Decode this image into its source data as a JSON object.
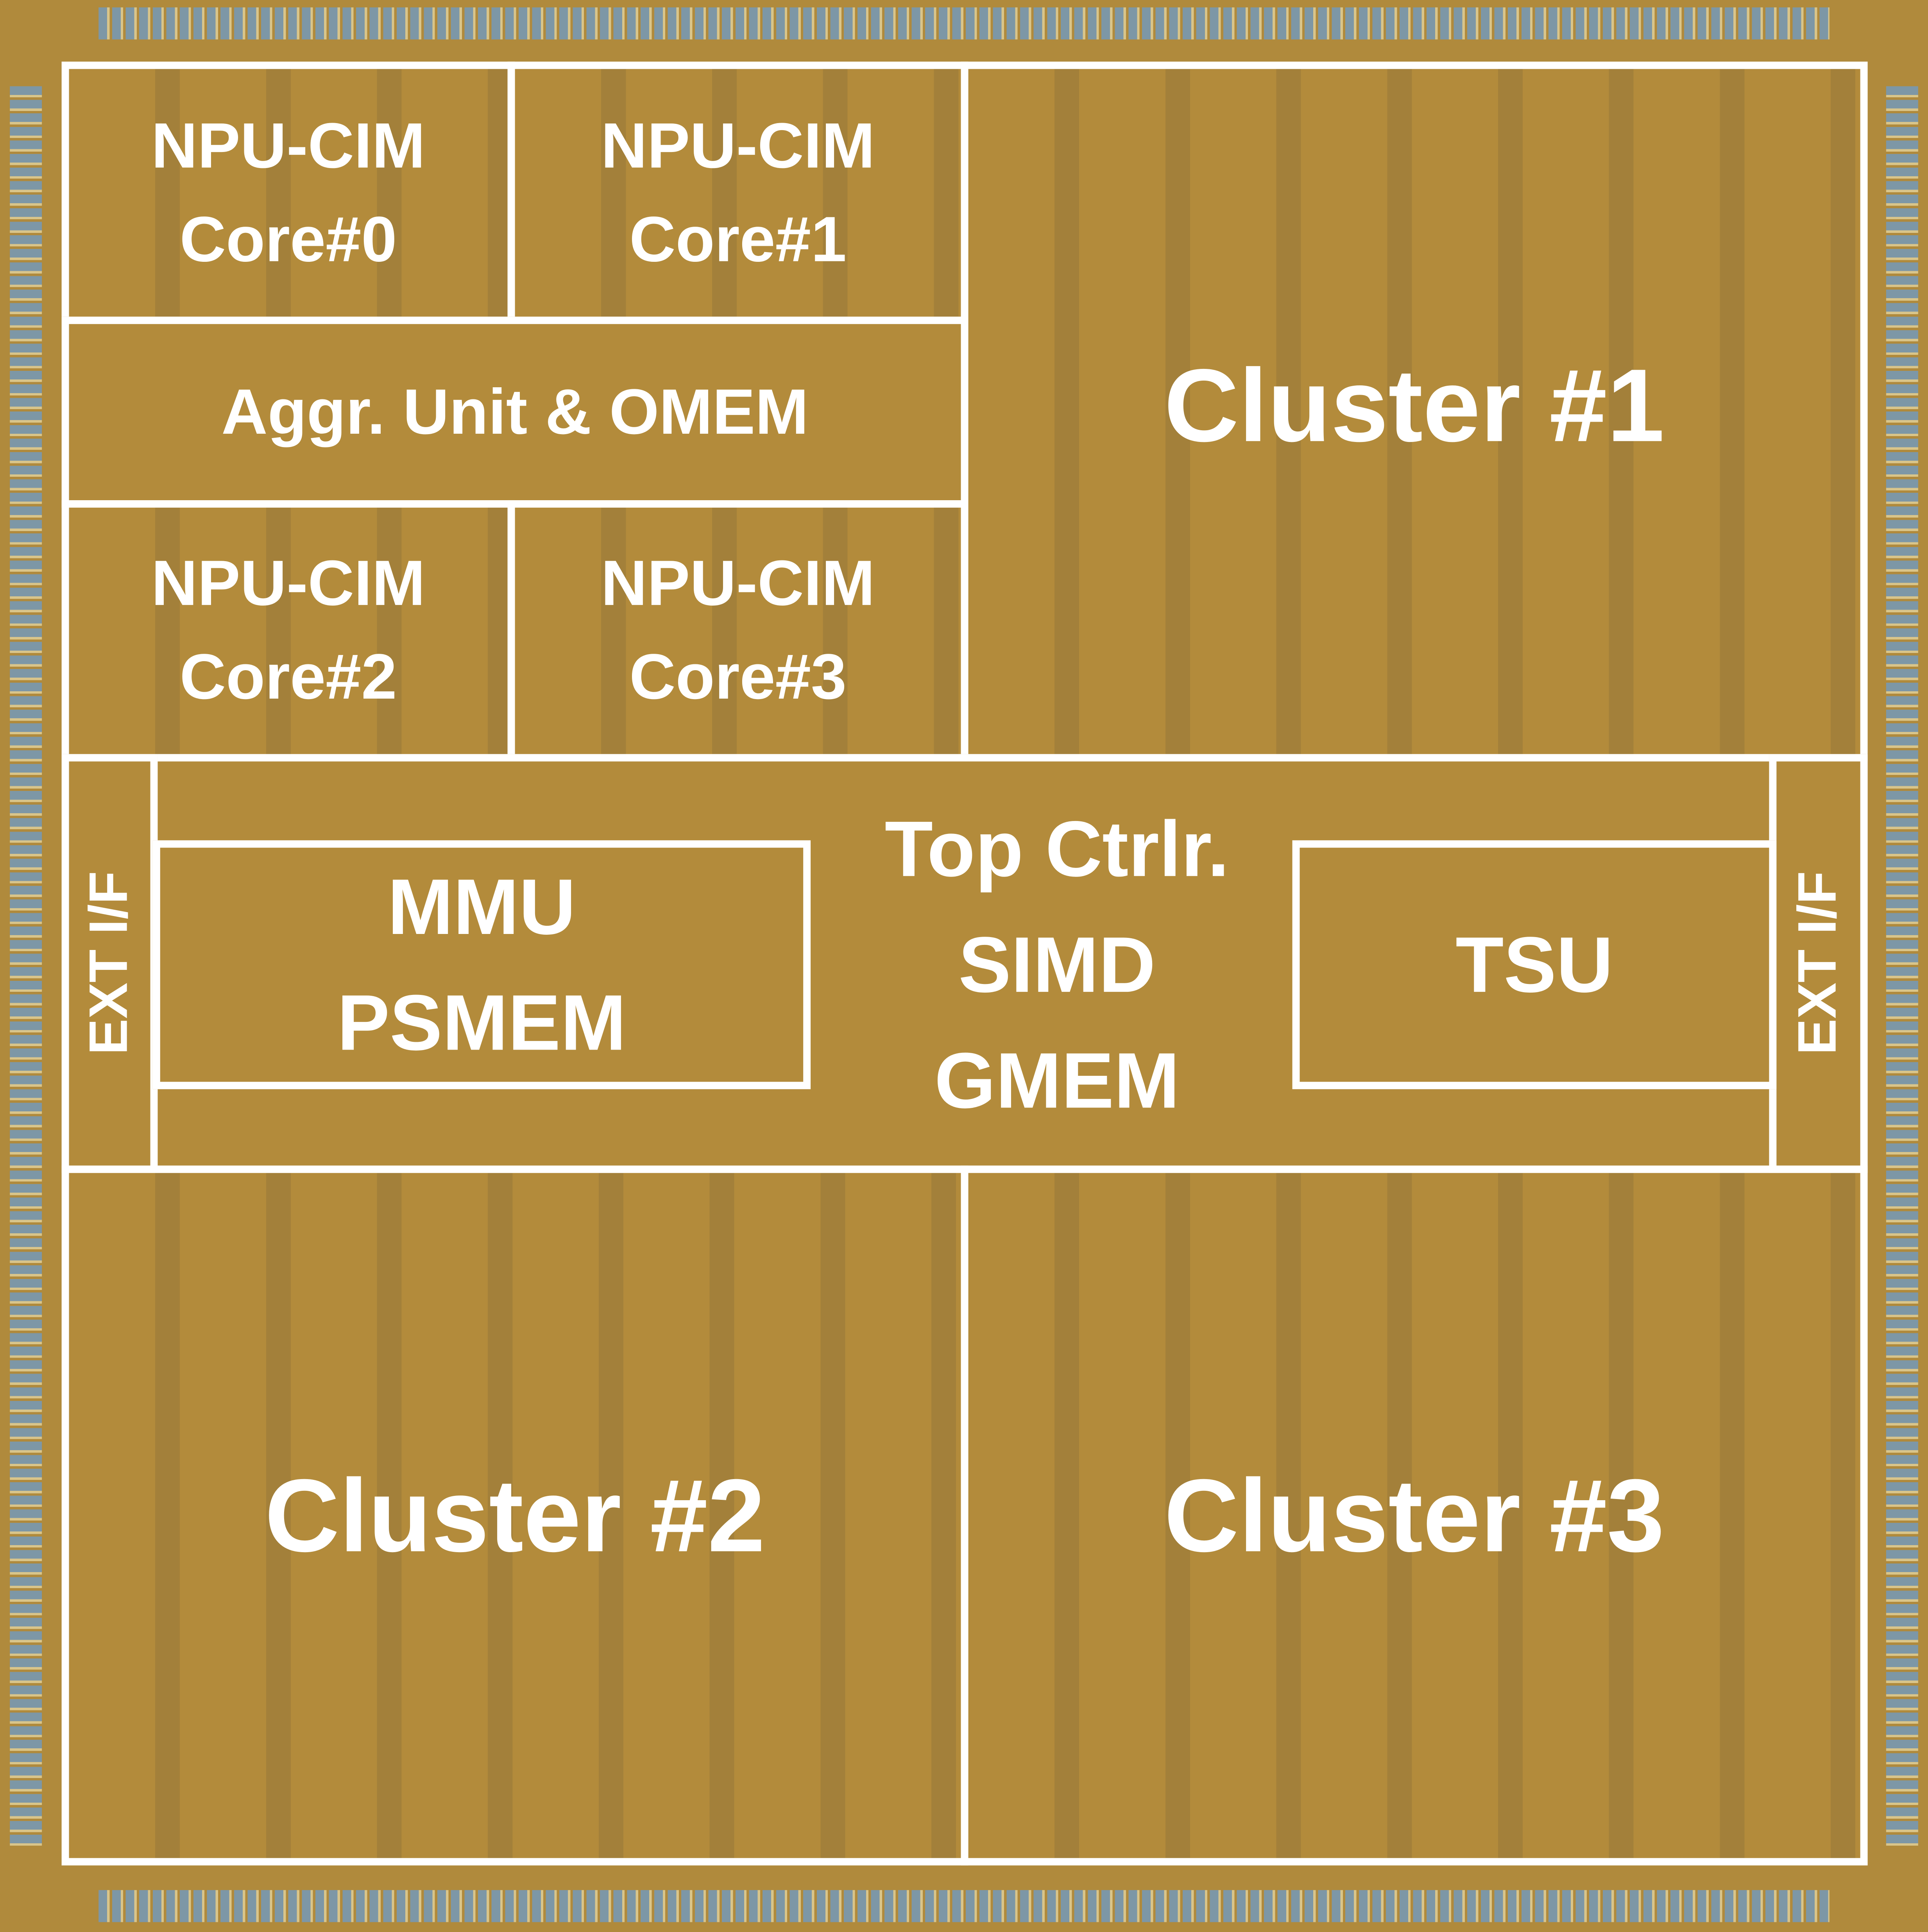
{
  "colors": {
    "die": "#b08a3c",
    "pads": "#7d97a6",
    "lines": "#ffffff"
  },
  "blocks": {
    "core0": [
      "NPU-CIM",
      "Core#0"
    ],
    "core1": [
      "NPU-CIM",
      "Core#1"
    ],
    "core2": [
      "NPU-CIM",
      "Core#2"
    ],
    "core3": [
      "NPU-CIM",
      "Core#3"
    ],
    "aggr": "Aggr. Unit & OMEM",
    "cluster1": "Cluster #1",
    "cluster2": "Cluster #2",
    "cluster3": "Cluster #3",
    "ext_left": "EXT I/F",
    "ext_right": "EXT I/F",
    "mmu": [
      "MMU",
      "PSMEM"
    ],
    "top": [
      "Top Ctrlr.",
      "SIMD",
      "GMEM"
    ],
    "tsu": "TSU"
  }
}
